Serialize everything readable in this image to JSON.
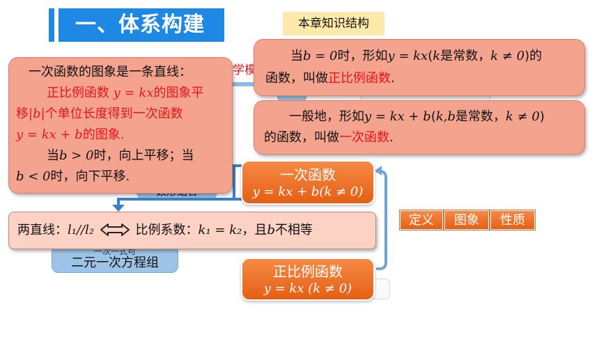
{
  "header": {
    "title": "一、体系构建",
    "chapter_tag": "本章知识结构"
  },
  "background": {
    "partial_label": "学模",
    "partial_behind": "数形结合",
    "equation_group_partial": "一次一式可",
    "equation_group": "二元一次方程组"
  },
  "nodes": {
    "linear_function": {
      "name": "一次函数",
      "formula": "y = kx + b(k ≠ 0)"
    },
    "proportional_function": {
      "name": "正比例函数",
      "formula": "y = kx (k ≠ 0)"
    }
  },
  "tags": [
    "定义",
    "图象",
    "性质"
  ],
  "callouts": {
    "graph": {
      "line1": "一次函数的图象是一条直线：",
      "line2_red_a": "正比例函数 ",
      "line2_math": "y = kx",
      "line2_red_b": "的图象平",
      "line3_red_a": "移",
      "line3_math": "|b|",
      "line3_red_b": "个单位长度得到一次函数",
      "line4_math": "y = kx + b",
      "line4_red": "的图象.",
      "line5_a": "当",
      "line5_math": "b > 0",
      "line5_b": "时，向上平移；当",
      "line6_math": "b < 0",
      "line6_b": "时，向下平移."
    },
    "proportional_def": {
      "a": "当",
      "m1": "b = 0",
      "b": "时，形如",
      "m2": "y = kx",
      "c": "(",
      "m3": "k",
      "d": "是常数，",
      "m4": "k ≠ 0",
      "e": ")的",
      "f": "函数，叫做",
      "red": "正比例函数",
      "g": "."
    },
    "linear_def": {
      "a": "一般地，形如",
      "m1": "y = kx + b",
      "b": "(",
      "m2": "k,b",
      "c": "是常数，",
      "m3": "k ≠ 0",
      "d": ")",
      "e": "的函数，叫做",
      "red": "一次函数",
      "f": "."
    },
    "parallel": {
      "a": "两直线：",
      "m1": "l₁//l₂",
      "b": " 比例系数：",
      "m2": "k₁ = k₂",
      "c": "，且",
      "m3": "b",
      "d": "不相等"
    }
  },
  "colors": {
    "title_blue": "#1e88e5",
    "orange": "#e55f14",
    "salmon": "#f4a48e",
    "highlight_red": "#e8141c",
    "tag_yellow": "#fde9a9"
  }
}
